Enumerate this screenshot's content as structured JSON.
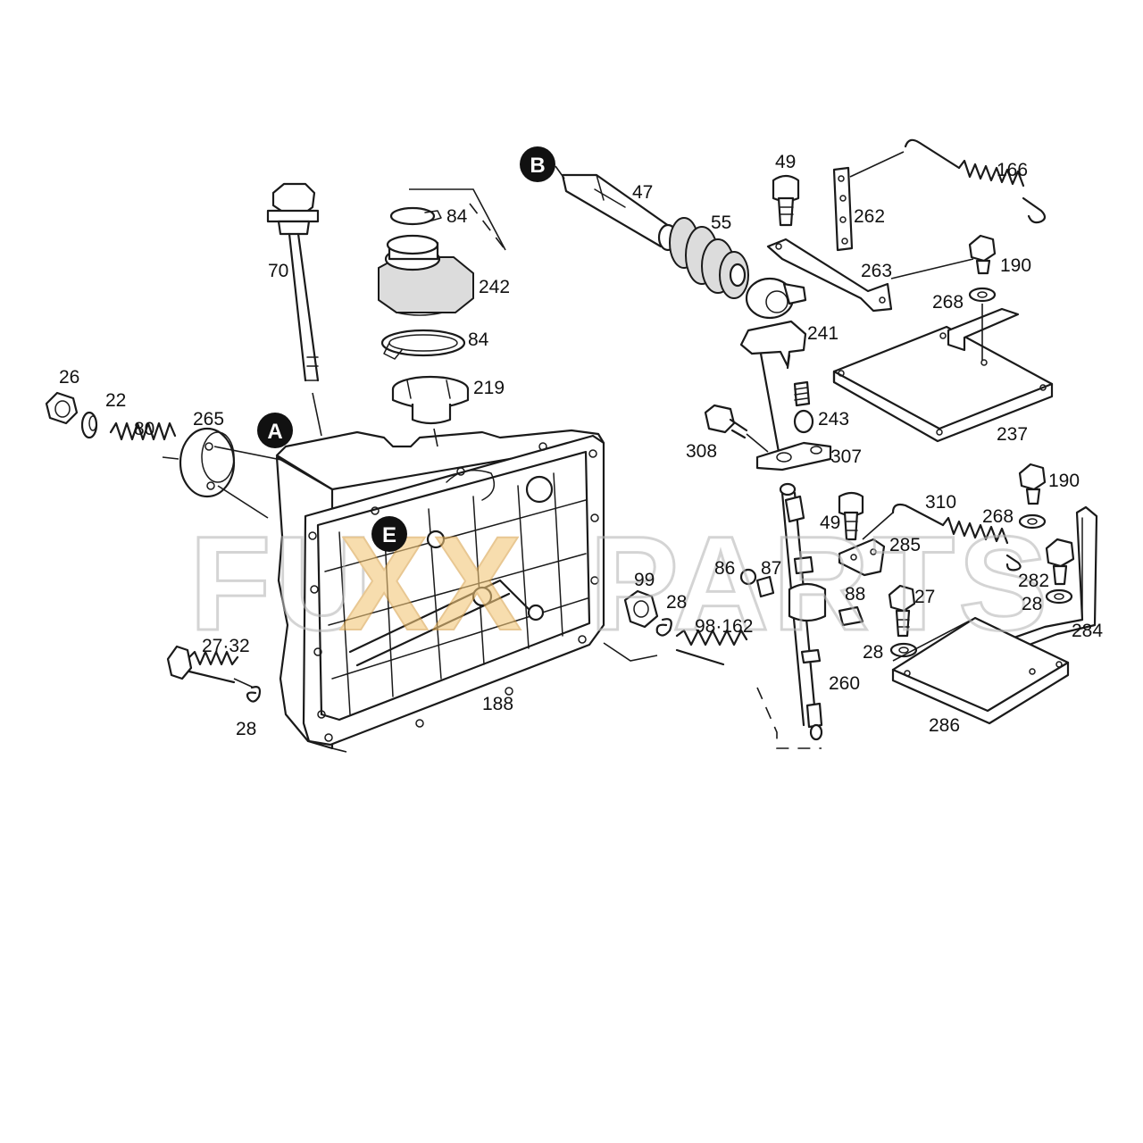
{
  "diagram": {
    "markers": {
      "a": "A",
      "b": "B",
      "e": "E"
    },
    "labels": {
      "p26": "26",
      "p22": "22",
      "p80": "80",
      "p265": "265",
      "p70": "70",
      "p84_top": "84",
      "p242": "242",
      "p84_mid": "84",
      "p219": "219",
      "p27_32": "27·32",
      "p28_left": "28",
      "p188": "188",
      "p99": "99",
      "p28_mid": "28",
      "p98_162": "98·162",
      "p47": "47",
      "p55": "55",
      "p241": "241",
      "p243": "243",
      "p308": "308",
      "p307": "307",
      "p86": "86",
      "p87": "87",
      "p88": "88",
      "p260": "260",
      "p49_top": "49",
      "p262": "262",
      "p166": "166",
      "p263": "263",
      "p190_top": "190",
      "p268_top": "268",
      "p237": "237",
      "p49_low": "49",
      "p310": "310",
      "p285": "285",
      "p190_low": "190",
      "p268_low": "268",
      "p282": "282",
      "p28_r1": "28",
      "p27": "27",
      "p28_r2": "28",
      "p284": "284",
      "p286": "286"
    }
  },
  "watermark": {
    "part1": "FU",
    "part2": "XX",
    "part3": "PARTS",
    "fill_color": "#f3c77a",
    "outline_color": "#b9b9b9"
  }
}
